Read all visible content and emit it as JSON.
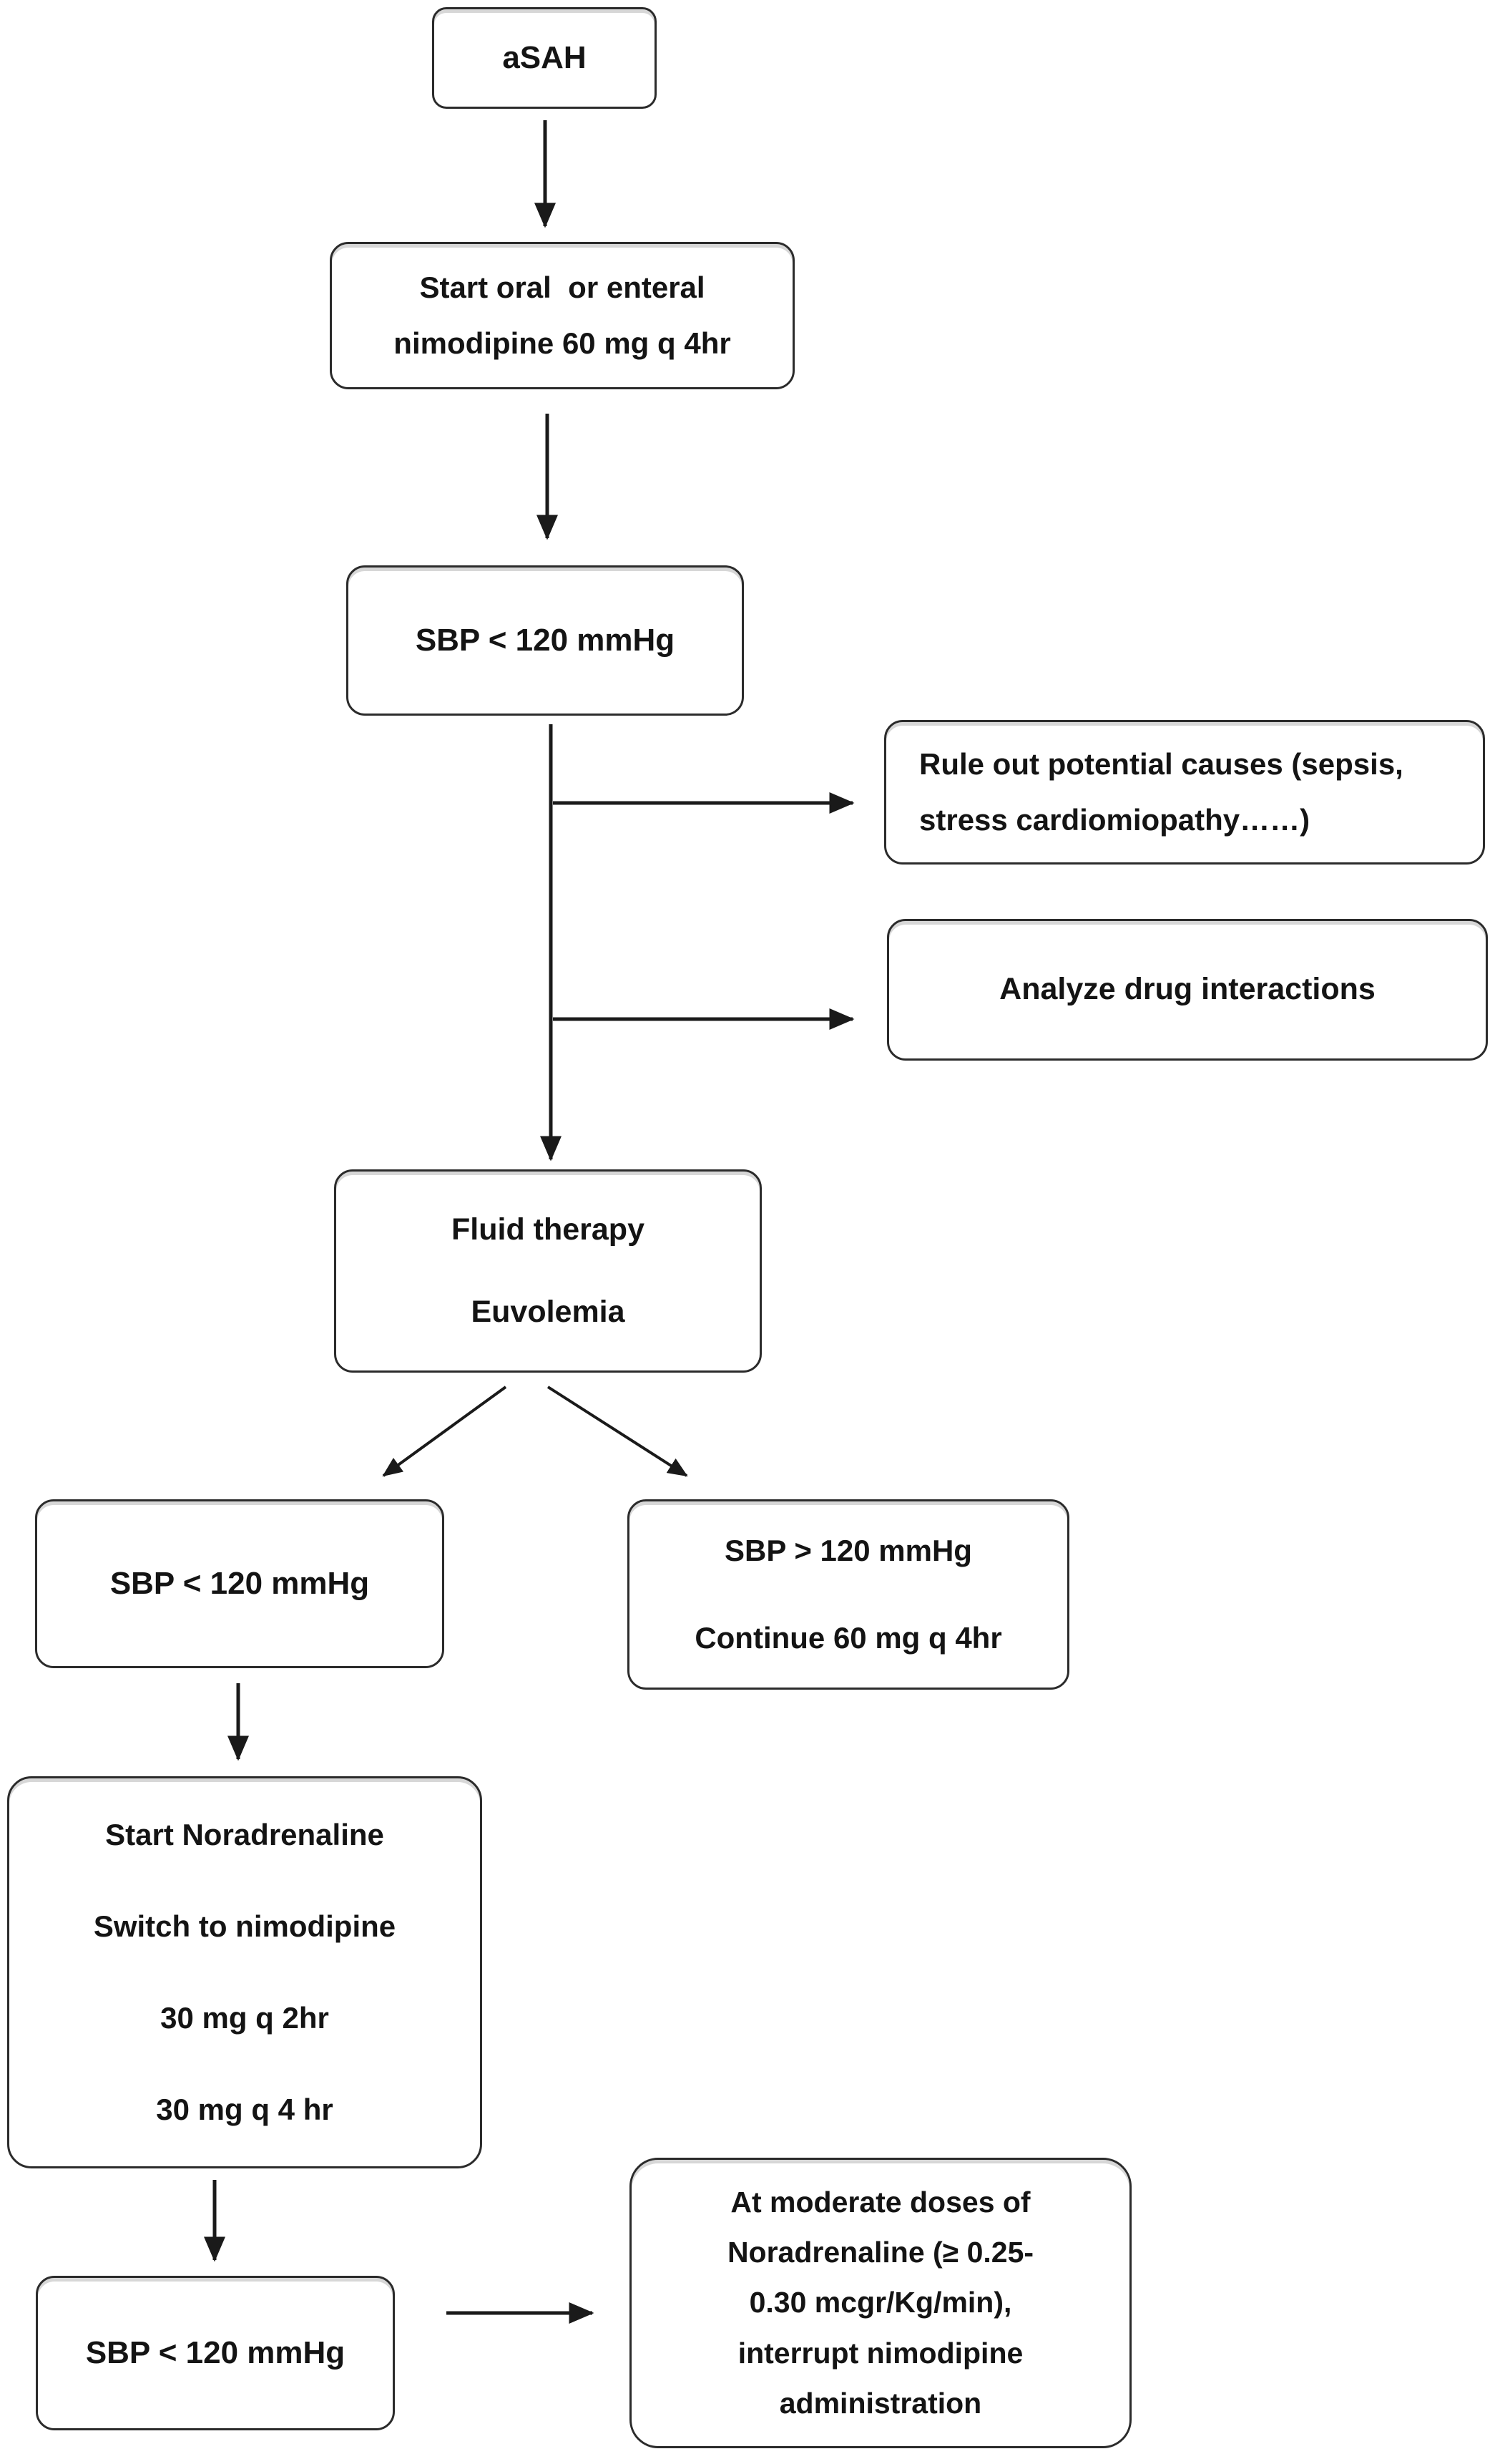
{
  "figure": {
    "kind": "flowchart",
    "background": "#ffffff",
    "ink": "#1a1a1a",
    "box_border": "#2b2b2b"
  },
  "nodes": {
    "asah": {
      "lines": [
        "aSAH"
      ]
    },
    "start_nimodipine": {
      "lines": [
        "Start oral  or enteral",
        "nimodipine 60 mg q 4hr"
      ]
    },
    "sbp_low_initial": {
      "lines": [
        "SBP < 120 mmHg"
      ]
    },
    "rule_out_causes": {
      "lines": [
        "Rule out potential causes (sepsis,",
        "stress cardiomiopathy……)"
      ]
    },
    "analyze_interactions": {
      "lines": [
        "Analyze drug interactions"
      ]
    },
    "fluid_therapy": {
      "lines": [
        "Fluid therapy",
        "Euvolemia"
      ]
    },
    "sbp_low_branch": {
      "lines": [
        "SBP < 120 mmHg"
      ]
    },
    "sbp_high_branch": {
      "lines": [
        "SBP > 120 mmHg",
        "Continue 60 mg q 4hr"
      ]
    },
    "noradrenaline": {
      "lines": [
        "Start Noradrenaline",
        "Switch to nimodipine",
        "30 mg q 2hr",
        "30 mg q 4 hr"
      ]
    },
    "sbp_low_final": {
      "lines": [
        "SBP < 120 mmHg"
      ]
    },
    "moderate_doses": {
      "lines": [
        "At moderate doses of",
        "Noradrenaline (≥ 0.25-",
        "0.30 mcgr/Kg/min),",
        "interrupt nimodipine",
        "administration"
      ]
    }
  }
}
